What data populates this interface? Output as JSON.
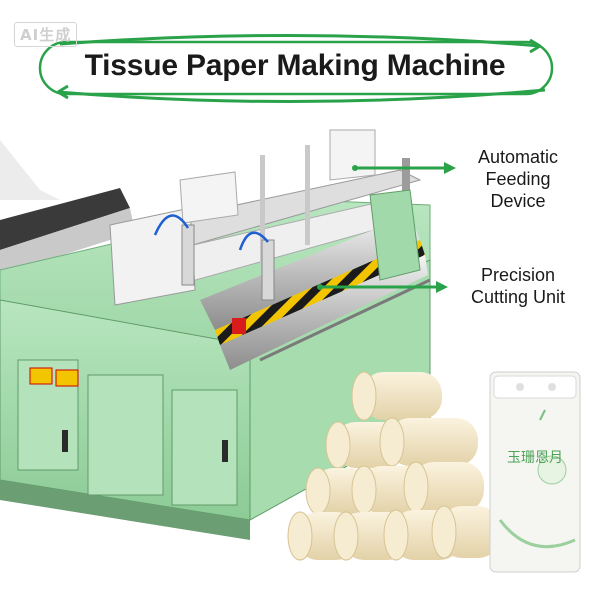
{
  "watermark": "AI生成",
  "title": "Tissue Paper Making Machine",
  "callouts": [
    {
      "lines": [
        "Automatic",
        "Feeding",
        "Device"
      ]
    },
    {
      "lines": [
        "Precision",
        "Cutting Unit"
      ]
    }
  ],
  "package": {
    "brand": "玉珊恩月"
  },
  "colors": {
    "accent_green": "#2aa24a",
    "machine_green": "#9fd9a8",
    "paper": "#f2e6c8"
  }
}
